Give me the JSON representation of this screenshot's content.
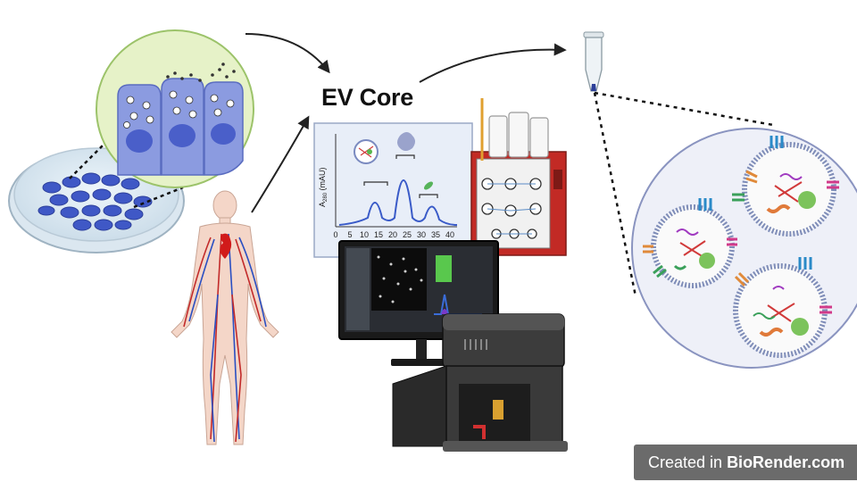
{
  "diagram": {
    "title": "EV Core",
    "chart": {
      "ylabel_main": "A",
      "ylabel_sub": "280",
      "ylabel_unit": " (mAU)",
      "x_ticks": [
        "0",
        "5",
        "10",
        "15",
        "20",
        "25",
        "30",
        "35",
        "40"
      ]
    },
    "watermark": {
      "prefix": "Created in ",
      "brand": "BioRender.com"
    },
    "colors": {
      "cell_fill": "#8b9be0",
      "nucleus": "#4a5fc9",
      "cell_zoom_bg": "#e6f2c8",
      "ev_zoom_bg": "#eef0f8",
      "arrow": "#222222"
    },
    "icons": [
      "petri-dish",
      "cell-zoom",
      "human-circulatory-body",
      "chromatogram-chart",
      "chromatography-instrument",
      "computer-monitor",
      "flow-cytometer",
      "microcentrifuge-tube",
      "extracellular-vesicles"
    ]
  }
}
